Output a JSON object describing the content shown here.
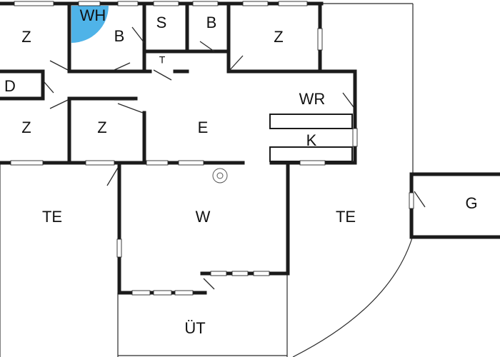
{
  "rooms": {
    "bedroom_top_left": "Z",
    "wh": "WH",
    "bath_1": "B",
    "shower": "S",
    "bath_2": "B",
    "bedroom_top_right": "Z",
    "toilet": "T",
    "d_room": "D",
    "wr": "WR",
    "bedroom_mid_left": "Z",
    "bedroom_mid": "Z",
    "entrance": "E",
    "kitchen": "K",
    "terrace_left": "TE",
    "living": "W",
    "terrace_right": "TE",
    "garage": "G",
    "outside": "ÜT"
  },
  "colors": {
    "wall": "#1b1b1b",
    "wh_highlight": "#4fb3e8",
    "background": "#ffffff"
  }
}
